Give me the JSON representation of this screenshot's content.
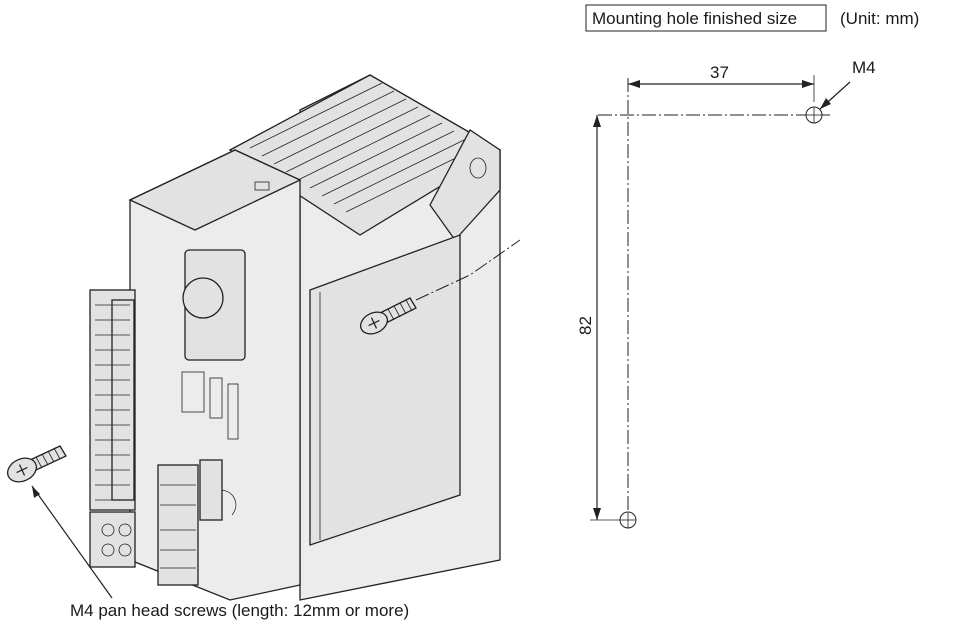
{
  "diagram": {
    "title_box_label": "Mounting hole finished size",
    "unit_label": "(Unit: mm)",
    "horizontal_dimension": "37",
    "vertical_dimension": "82",
    "hole_label": "M4",
    "screw_label": "M4 pan head screws (length: 12mm or more)"
  }
}
